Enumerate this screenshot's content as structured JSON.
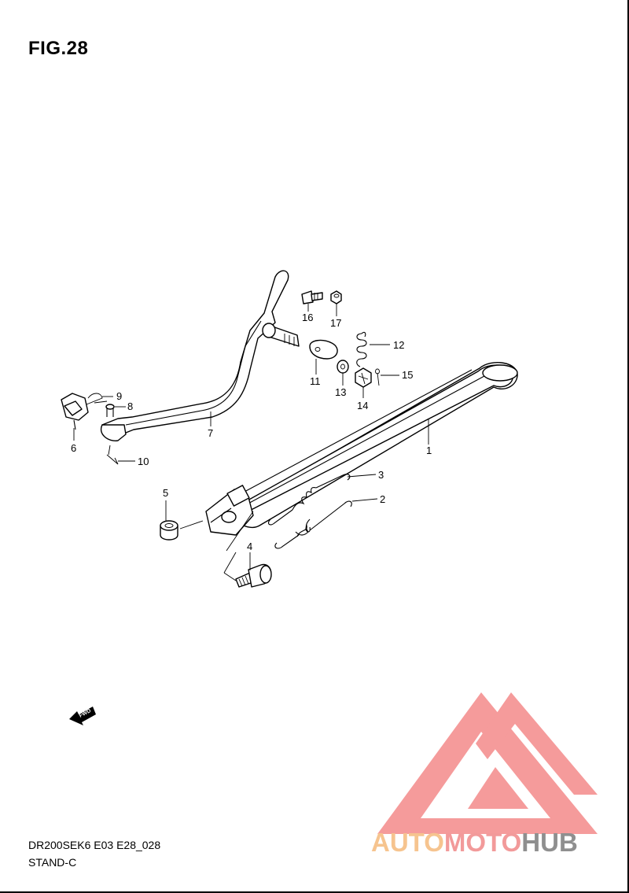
{
  "figure": {
    "title": "FIG.28",
    "model_code": "DR200SEK6 E03 E28_028",
    "section_name": "STAND-C"
  },
  "callouts": [
    "1",
    "2",
    "3",
    "4",
    "5",
    "6",
    "7",
    "8",
    "9",
    "10",
    "11",
    "12",
    "13",
    "14",
    "15",
    "16",
    "17"
  ],
  "direction_badge": {
    "label": "FWD"
  },
  "watermark": {
    "part1": "AUTO",
    "part2": "MOTO",
    "part3": "HUB",
    "colors": {
      "auto": "#f6c48f",
      "moto": "#f29a9a",
      "hub": "#8f8f8f",
      "logo": "#f27a7a"
    }
  }
}
